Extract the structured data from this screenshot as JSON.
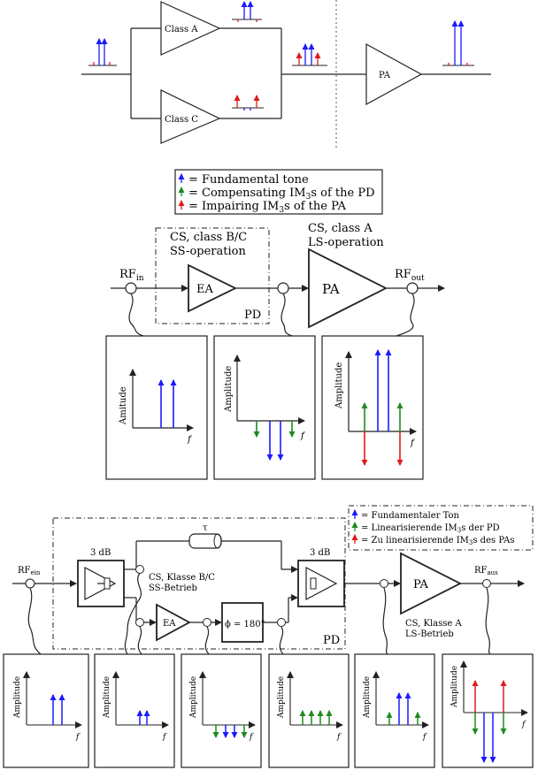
{
  "top": {
    "class_a_label": "Class A",
    "class_c_label": "Class C",
    "pa_label": "PA"
  },
  "legend1": {
    "fundamental": "= Fundamental tone",
    "compensating_prefix": "= Compensating IM",
    "compensating_suffix": "s of the PD",
    "impairing_prefix": "= Impairing IM",
    "impairing_suffix": "s of the PA",
    "subscript": "3"
  },
  "mid": {
    "cs_bc_line1": "CS, class B/C",
    "cs_bc_line2": "SS-operation",
    "cs_a_line1": "CS, class A",
    "cs_a_line2": "LS-operation",
    "rf_in": "RF",
    "rf_in_sub": "in",
    "rf_out": "RF",
    "rf_out_sub": "out",
    "ea": "EA",
    "pa": "PA",
    "pd": "PD",
    "amp1": "Amitude",
    "amp2": "Amplitude",
    "amp3": "Amplitude",
    "f": "f"
  },
  "bottom": {
    "legend_fund": "= Fundamentaler Ton",
    "legend_lin_prefix": "= Linearisierende IM",
    "legend_lin_suffix": "s der PD",
    "legend_zu_prefix": "= Zu linearisierende IM",
    "legend_zu_suffix": "s des PAs",
    "subscript": "3",
    "rf_ein": "RF",
    "rf_ein_sub": "ein",
    "rf_aus": "RF",
    "rf_aus_sub": "aus",
    "db1": "3 dB",
    "db2": "3 dB",
    "tau": "τ",
    "cs_k_bc_1": "CS, Klasse B/C",
    "cs_k_bc_2": "SS-Betrieb",
    "cs_k_a_1": "CS, Klasse A",
    "cs_k_a_2": "LS-Betrieb",
    "ea": "EA",
    "phi": "ϕ = 180°",
    "pa": "PA",
    "pd": "PD",
    "amplitude": "Amplitude",
    "f": "f"
  },
  "colors": {
    "fundamental": "#1a1aff",
    "compensating": "#1f8a1f",
    "impairing": "#e01a1a"
  }
}
